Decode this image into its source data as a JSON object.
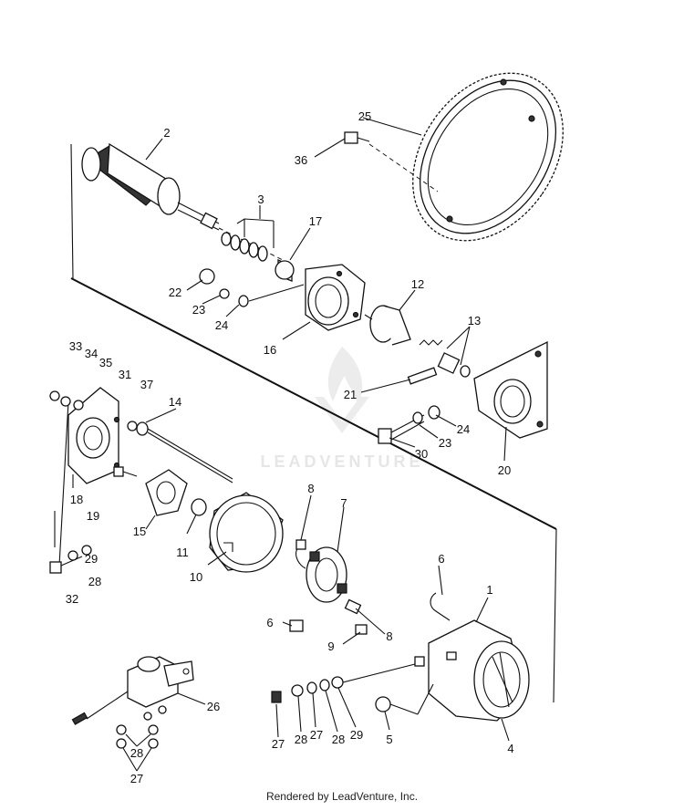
{
  "labels": {
    "p1": "1",
    "p2": "2",
    "p3": "3",
    "p5": "5",
    "p6a": "6",
    "p6b": "6",
    "p7": "7",
    "p8a": "8",
    "p8b": "8",
    "p9": "9",
    "p10": "10",
    "p11": "11",
    "p12": "12",
    "p13": "13",
    "p14": "14",
    "p15": "15",
    "p16": "16",
    "p17": "17",
    "p18": "18",
    "p19": "19",
    "p20": "20",
    "p21": "21",
    "p22": "22",
    "p23a": "23",
    "p23b": "23",
    "p24a": "24",
    "p24b": "24",
    "p25": "25",
    "p26": "26",
    "p27a": "27",
    "p27b": "27",
    "p27c": "27",
    "p28a": "28",
    "p28b": "28",
    "p28c": "28",
    "p28d": "28",
    "p29a": "29",
    "p29b": "29",
    "p30": "30",
    "p31": "31",
    "p32": "32",
    "p33": "33",
    "p34": "34",
    "p35": "35",
    "p36": "36",
    "p37": "37",
    "p4": "4"
  },
  "watermark": "LEADVENTURE",
  "footer": "Rendered by LeadVenture, Inc."
}
